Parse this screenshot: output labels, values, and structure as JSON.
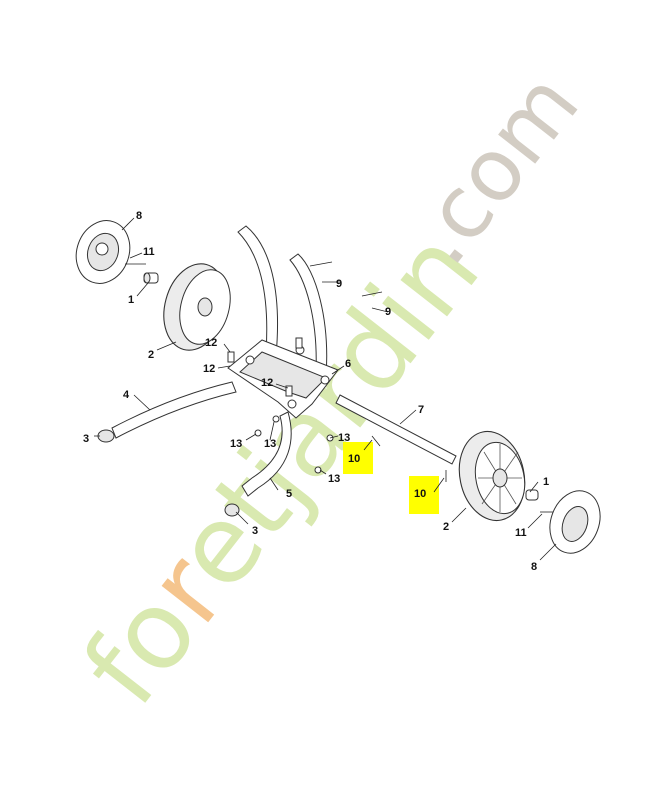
{
  "diagram": {
    "callouts": [
      {
        "id": "c8a",
        "text": "8"
      },
      {
        "id": "c11a",
        "text": "11"
      },
      {
        "id": "c1a",
        "text": "1"
      },
      {
        "id": "c2a",
        "text": "2"
      },
      {
        "id": "c9a",
        "text": "9"
      },
      {
        "id": "c9b",
        "text": "9"
      },
      {
        "id": "c12a",
        "text": "12"
      },
      {
        "id": "c12b",
        "text": "12"
      },
      {
        "id": "c12c",
        "text": "12"
      },
      {
        "id": "c6",
        "text": "6"
      },
      {
        "id": "c4",
        "text": "4"
      },
      {
        "id": "c7",
        "text": "7"
      },
      {
        "id": "c3a",
        "text": "3"
      },
      {
        "id": "c13a",
        "text": "13"
      },
      {
        "id": "c13b",
        "text": "13"
      },
      {
        "id": "c13c",
        "text": "13"
      },
      {
        "id": "c13d",
        "text": "13"
      },
      {
        "id": "c10a",
        "text": "10"
      },
      {
        "id": "c10b",
        "text": "10"
      },
      {
        "id": "c5",
        "text": "5"
      },
      {
        "id": "c3b",
        "text": "3"
      },
      {
        "id": "c2b",
        "text": "2"
      },
      {
        "id": "c1b",
        "text": "1"
      },
      {
        "id": "c11b",
        "text": "11"
      },
      {
        "id": "c8b",
        "text": "8"
      }
    ],
    "highlight_color": "#ffff00"
  },
  "watermark": {
    "text_main": "foretjardin",
    "text_suffix": ".com",
    "green_color": "#d9e9b0",
    "orange_color": "#f5c58e",
    "gray_color": "#d3cdc4"
  }
}
